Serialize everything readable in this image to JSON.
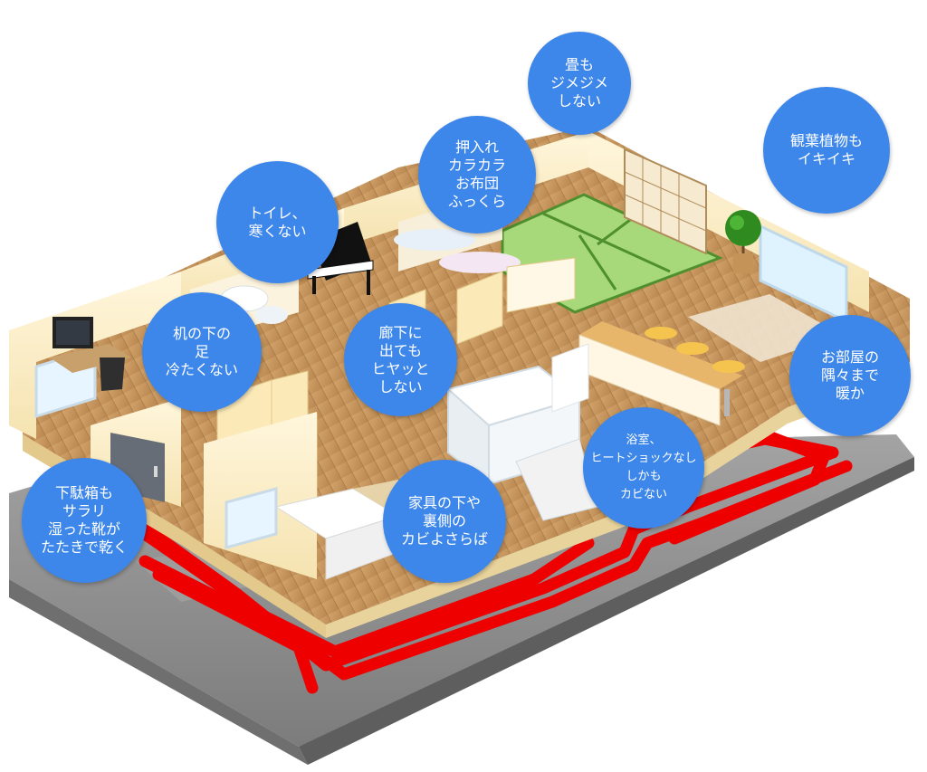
{
  "colors": {
    "bubble": "#3d86ea",
    "heating_pipe": "#ee0000",
    "foundation": "#8e8e8e",
    "wall": "#fbeec6",
    "wood_floor": "#c89a63",
    "tatami": "#a7d97a"
  },
  "bubbles": [
    {
      "id": "tatami",
      "text": "畳も\nジメジメ\nしない"
    },
    {
      "id": "plants",
      "text": "観葉植物も\nイキイキ"
    },
    {
      "id": "closet",
      "text": "押入れ\nカラカラ\nお布団\nふっくら"
    },
    {
      "id": "toilet",
      "text": "トイレ、\n寒くない"
    },
    {
      "id": "desk",
      "text": "机の下の\n足\n冷たくない"
    },
    {
      "id": "hallway",
      "text": "廊下に\n出ても\nヒヤッと\nしない"
    },
    {
      "id": "room_corners",
      "text": "お部屋の\n隅々まで\n暖か"
    },
    {
      "id": "bathroom",
      "text": "浴室、\nヒートショックなし\nしかも\nカビない"
    },
    {
      "id": "furniture",
      "text": "家具の下や\n裏側の\nカビよさらば"
    },
    {
      "id": "shoe_box",
      "text": "下駄箱も\nサラリ\n湿った靴が\nたたきで乾く"
    }
  ],
  "icons": [
    "piano-icon",
    "computer-desk-icon",
    "potted-plant-icon",
    "bathtub-icon",
    "bed-icon",
    "door-icon",
    "kitchen-counter-icon",
    "shoji-screen-icon"
  ]
}
